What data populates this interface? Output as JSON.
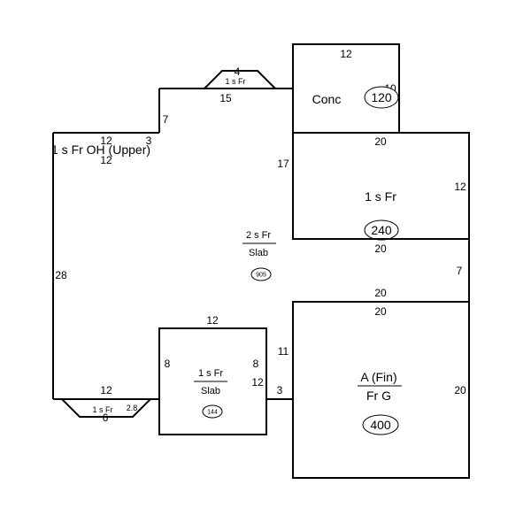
{
  "colors": {
    "lines": "#000000",
    "background": "#ffffff"
  },
  "rooms": {
    "main": {
      "label_top": "2 s Fr",
      "label_bottom": "Slab",
      "area": "905",
      "dims": {
        "left": "28",
        "top_left": "12",
        "top_step": "7",
        "top_mid": "15",
        "right_upper": "17",
        "right_lower": "11",
        "bottom_left": "12",
        "bottom_right": "3",
        "right_wall": "7"
      }
    },
    "overhang": {
      "label": "1 s Fr OH  (Upper)",
      "dim_a": "12",
      "dim_b": "3",
      "dim_c": "12"
    },
    "bump_top": {
      "label": "1 s Fr",
      "dim_top": "4"
    },
    "bump_bottom": {
      "label": "1 s Fr",
      "dim_side": "2.8",
      "dim_bottom": "6"
    },
    "conc": {
      "label": "Conc",
      "area": "120",
      "dim_top": "12",
      "dim_side": "10"
    },
    "fr_240": {
      "label": "1 s Fr",
      "area": "240",
      "dim_top": "20",
      "dim_right": "12",
      "dim_bottom": "20"
    },
    "slab_144": {
      "label_top": "1 s Fr",
      "label_bottom": "Slab",
      "area": "144",
      "dim_top": "12",
      "dim_left": "8",
      "dim_right": "8",
      "dim_right_2": "12"
    },
    "garage": {
      "label_top": "A (Fin)",
      "label_bottom": "Fr G",
      "area": "400",
      "dim_top_outer": "20",
      "dim_top": "20",
      "dim_right": "20"
    }
  }
}
